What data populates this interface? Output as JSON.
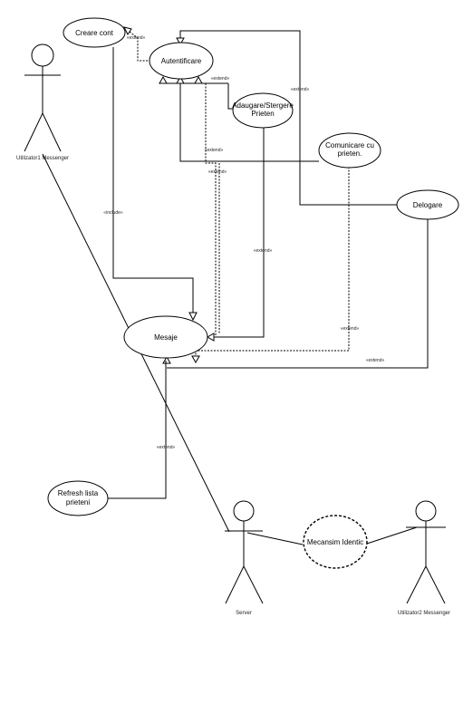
{
  "use_cases": {
    "creare_cont": "Creare cont",
    "autentificare": "Autentificare",
    "adaugare_line1": "Adaugare/Stergere",
    "adaugare_line2": "Prieten",
    "comunicare_line1": "Comunicare cu",
    "comunicare_line2": "prieten.",
    "delogare": "Delogare",
    "mesaje": "Mesaje",
    "refresh_line1": "Refresh lista",
    "refresh_line2": "prieteni",
    "mecanism": "Mecansim Identic"
  },
  "actors": {
    "user1": "Utilizator1 Messenger",
    "server": "Server",
    "user2": "Utilizator2 Messenger"
  },
  "stereotypes": {
    "s1": "«extend»",
    "s2": "«extend»",
    "s3": "«extend»",
    "s4": "«extend»",
    "s5": "«extend»",
    "s6": "«include»",
    "s7": "«extend»",
    "s8": "«extend»",
    "s9": "«extend»",
    "s10": "«extend»"
  }
}
